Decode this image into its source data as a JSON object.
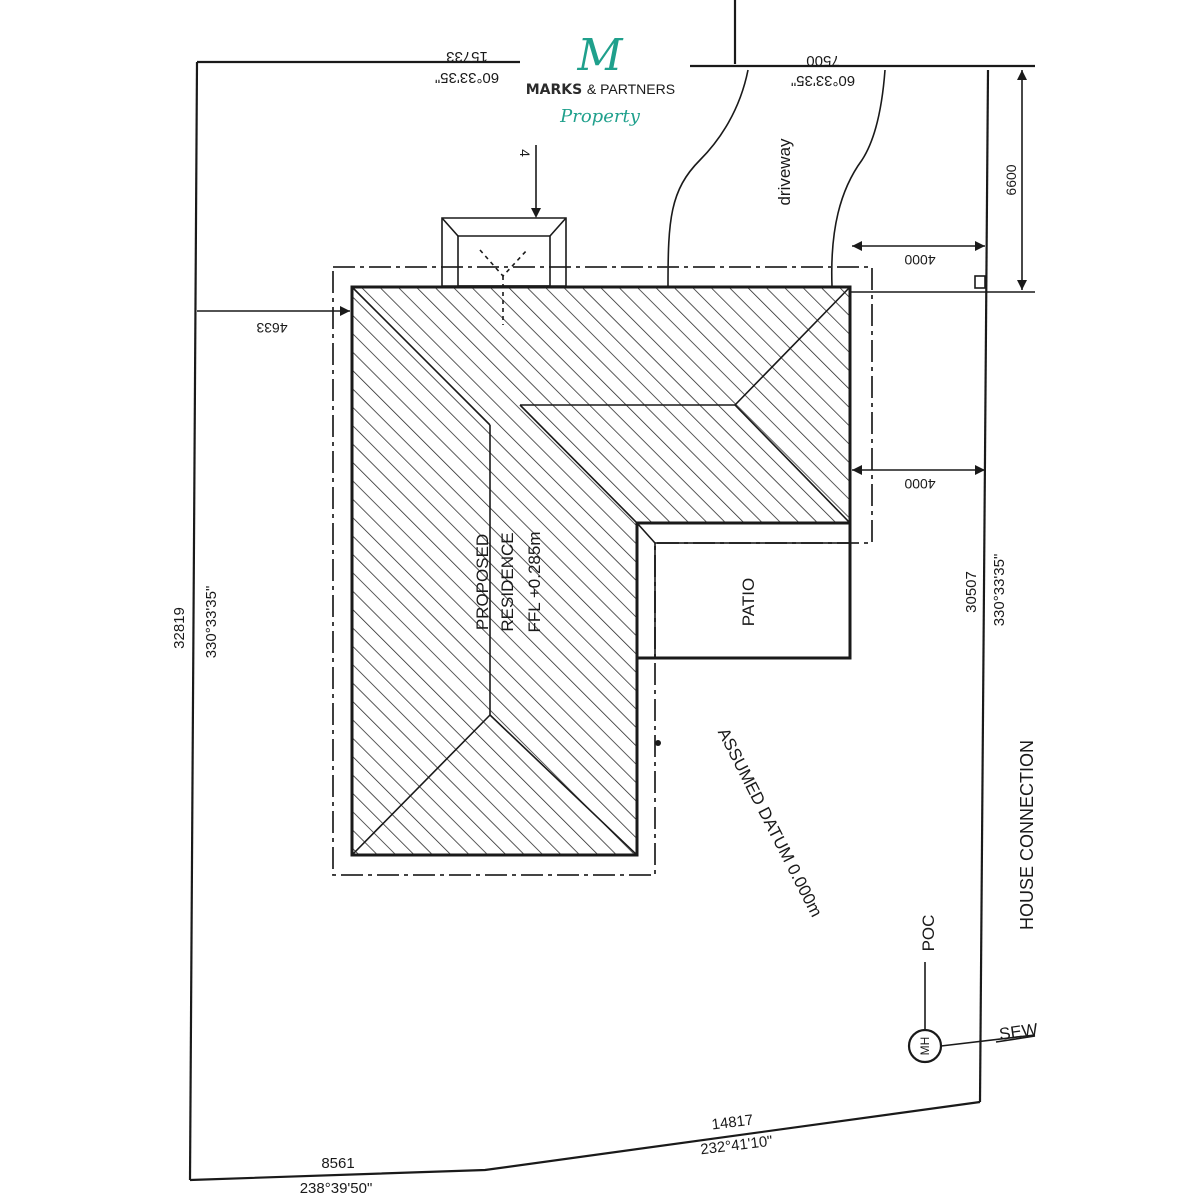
{
  "logo": {
    "monogram": "M",
    "name_bold": "MARKS",
    "name_rest": "& PARTNERS",
    "script": "Property",
    "accent_color": "#1fa08c"
  },
  "boundary": {
    "north_west_length": "15733",
    "north_west_bearing": "60°33'35\"",
    "north_east_length": "7500",
    "north_east_bearing": "60°33'35\"",
    "west_length": "32819",
    "west_bearing": "330°33'35\"",
    "east_length": "30507",
    "east_bearing": "330°33'35\"",
    "south_west_length": "8561",
    "south_west_bearing": "238°39'50\"",
    "south_east_length": "14817",
    "south_east_bearing": "232°41'10\""
  },
  "setbacks": {
    "west": "4633",
    "east_upper": "4000",
    "east_lower": "4000",
    "street": "6600",
    "top_partial": "4"
  },
  "labels": {
    "driveway": "driveway",
    "residence_line1": "PROPOSED",
    "residence_line2": "RESIDENCE",
    "residence_line3": "FFL +0.285m",
    "patio": "PATIO",
    "datum": "ASSUMED DATUM 0.000m",
    "house_connection": "HOUSE CONNECTION",
    "poc": "POC",
    "manhole": "MH",
    "sewer": "SEW"
  }
}
